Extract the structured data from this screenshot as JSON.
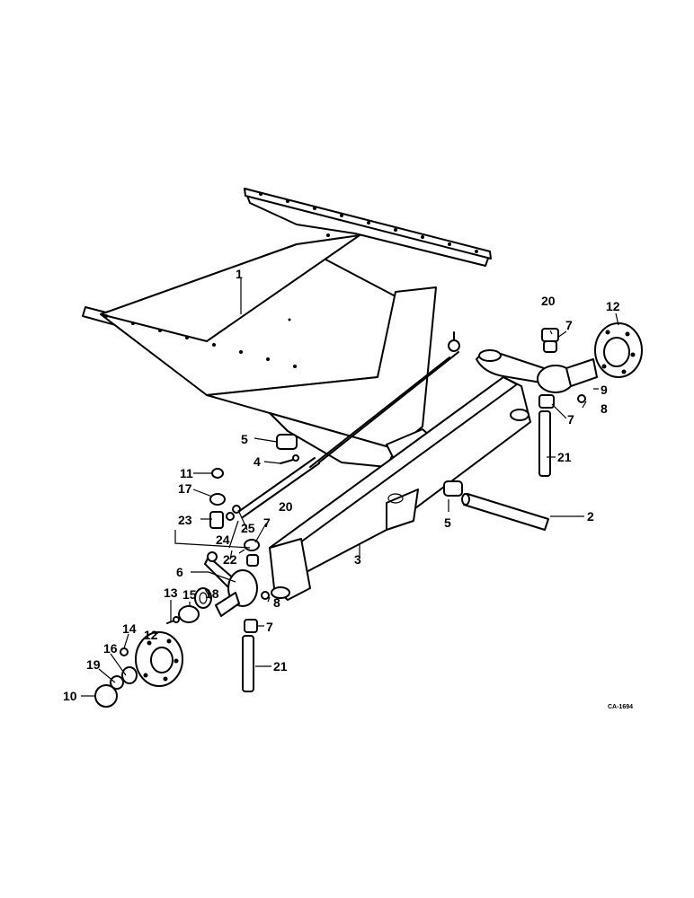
{
  "drawing_code": "CA-1694",
  "callouts": {
    "c1": "1",
    "c2": "2",
    "c3": "3",
    "c4": "4",
    "c5a": "5",
    "c5b": "5",
    "c6": "6",
    "c7a": "7",
    "c7b": "7",
    "c7c": "7",
    "c7d": "7",
    "c8a": "8",
    "c8b": "8",
    "c9": "9",
    "c10": "10",
    "c11": "11",
    "c12a": "12",
    "c12b": "12",
    "c13": "13",
    "c14": "14",
    "c15": "15",
    "c16": "16",
    "c17": "17",
    "c18": "18",
    "c19": "19",
    "c20a": "20",
    "c20b": "20",
    "c21a": "21",
    "c21b": "21",
    "c22": "22",
    "c23": "23",
    "c24": "24",
    "c25": "25"
  }
}
